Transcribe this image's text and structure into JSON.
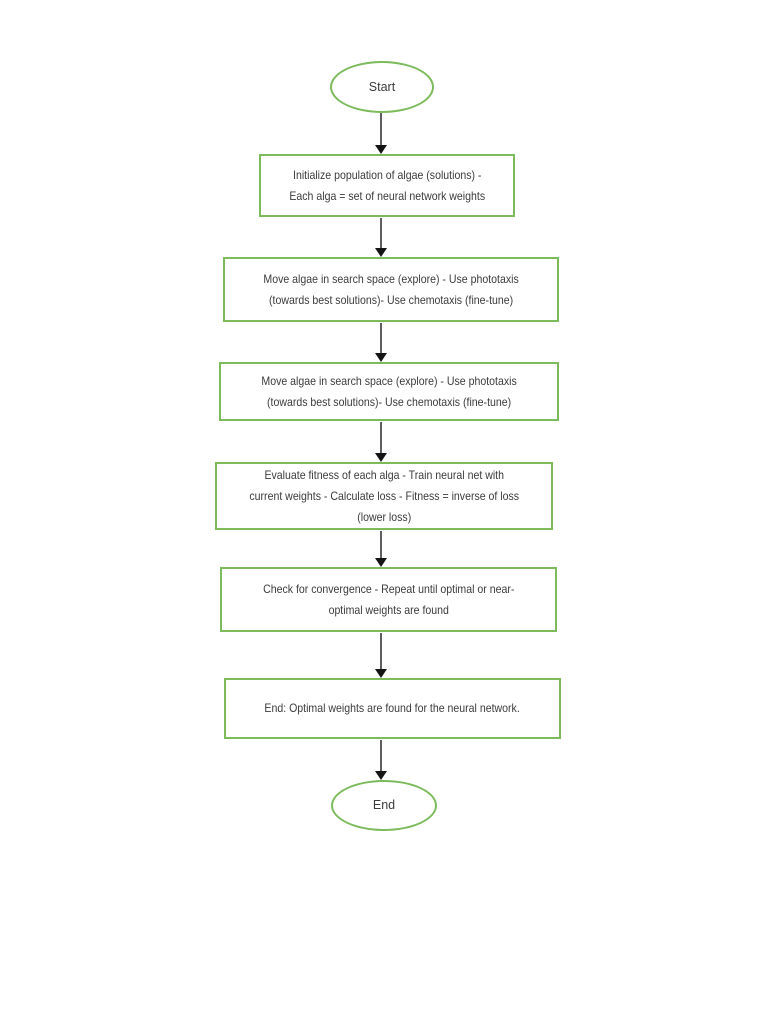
{
  "flowchart": {
    "colors": {
      "shape_border": "#7cbb5c",
      "arrow_line": "#5f5f5f",
      "arrow_head": "#141414",
      "text": "#3b3b3b",
      "background": "#ffffff"
    },
    "nodes": [
      {
        "id": "start",
        "shape": "ellipse",
        "label": "Start"
      },
      {
        "id": "initialize",
        "shape": "rect",
        "label": "Initialize population of algae (solutions) -\nEach alga = set of neural network weights"
      },
      {
        "id": "move-1",
        "shape": "rect",
        "label": "Move algae in search space (explore) - Use phototaxis\n(towards best solutions)- Use chemotaxis (fine-tune)"
      },
      {
        "id": "move-2",
        "shape": "rect",
        "label": "Move algae in search space (explore) - Use phototaxis\n(towards best solutions)- Use chemotaxis (fine-tune)"
      },
      {
        "id": "evaluate",
        "shape": "rect",
        "label": "Evaluate fitness of each alga - Train neural net with\ncurrent weights - Calculate loss - Fitness = inverse of loss\n(lower loss)"
      },
      {
        "id": "convergence",
        "shape": "rect",
        "label": "Check for convergence - Repeat until optimal or near-\noptimal weights are found"
      },
      {
        "id": "end-statement",
        "shape": "rect",
        "label": "End: Optimal weights are found for the neural network."
      },
      {
        "id": "end",
        "shape": "ellipse",
        "label": "End"
      }
    ],
    "connectors": [
      {
        "from": "start",
        "to": "initialize"
      },
      {
        "from": "initialize",
        "to": "move-1"
      },
      {
        "from": "move-1",
        "to": "move-2"
      },
      {
        "from": "move-2",
        "to": "evaluate"
      },
      {
        "from": "evaluate",
        "to": "convergence"
      },
      {
        "from": "convergence",
        "to": "end-statement"
      },
      {
        "from": "end-statement",
        "to": "end"
      }
    ]
  }
}
